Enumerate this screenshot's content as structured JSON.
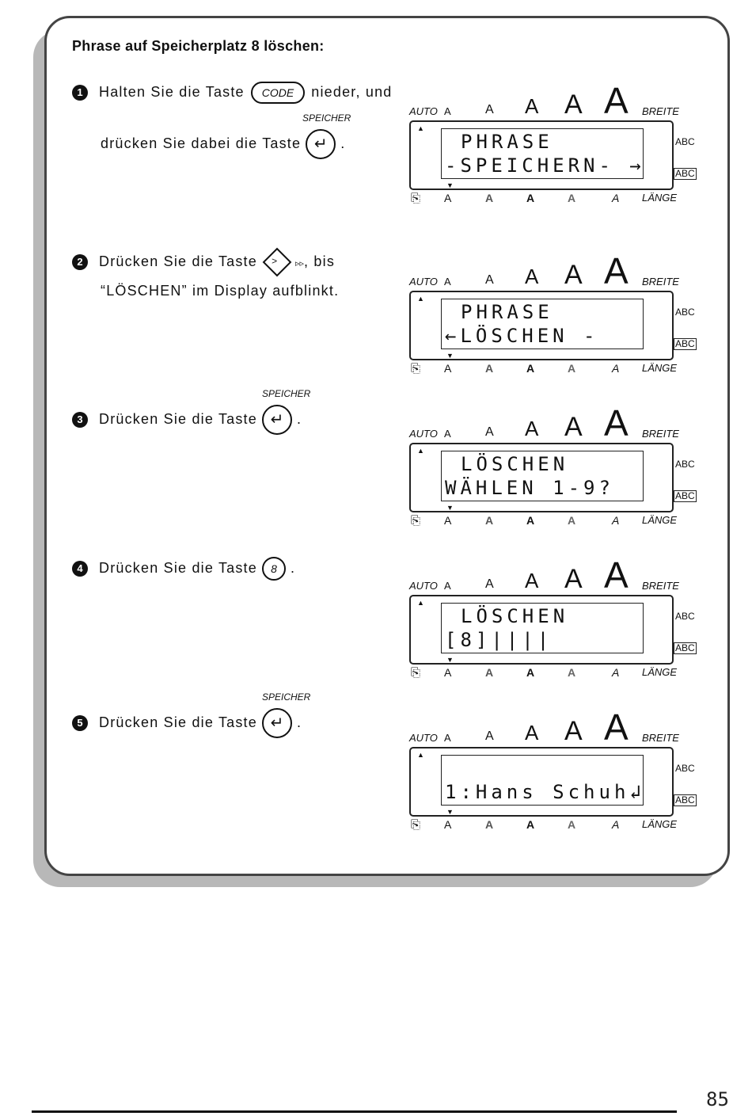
{
  "heading": "Phrase auf Speicherplatz 8 löschen:",
  "steps": [
    {
      "num": "1",
      "text_a": "Halten Sie die Taste",
      "key": "CODE",
      "text_b": "nieder, und",
      "line2": "drücken Sie dabei die Taste",
      "tag": "SPEICHER"
    },
    {
      "num": "2",
      "text_a": "Drücken   Sie   die   Taste",
      "text_b": ",  bis",
      "line2": "“LÖSCHEN” im Display aufblinkt."
    },
    {
      "num": "3",
      "text_a": "Drücken Sie die Taste",
      "tag": "SPEICHER"
    },
    {
      "num": "4",
      "text_a": "Drücken Sie die Taste",
      "key": "8"
    },
    {
      "num": "5",
      "text_a": "Drücken Sie die Taste",
      "tag": "SPEICHER"
    }
  ],
  "display_labels": {
    "auto": "AUTO",
    "a": "A",
    "breite": "BREITE",
    "lange": "LÄNGE",
    "abc": "ABC"
  },
  "displays": [
    {
      "line1": "PHRASE",
      "line2": "-SPEICHERN- →"
    },
    {
      "line1": "PHRASE",
      "line2": "←LÖSCHEN   -"
    },
    {
      "line1": "LÖSCHEN",
      "line2": "WÄHLEN  1-9?"
    },
    {
      "line1": "LÖSCHEN",
      "line2": "[8]||||"
    },
    {
      "line1": "",
      "line2": "1:Hans Schuh↲"
    }
  ],
  "page_number": "85"
}
